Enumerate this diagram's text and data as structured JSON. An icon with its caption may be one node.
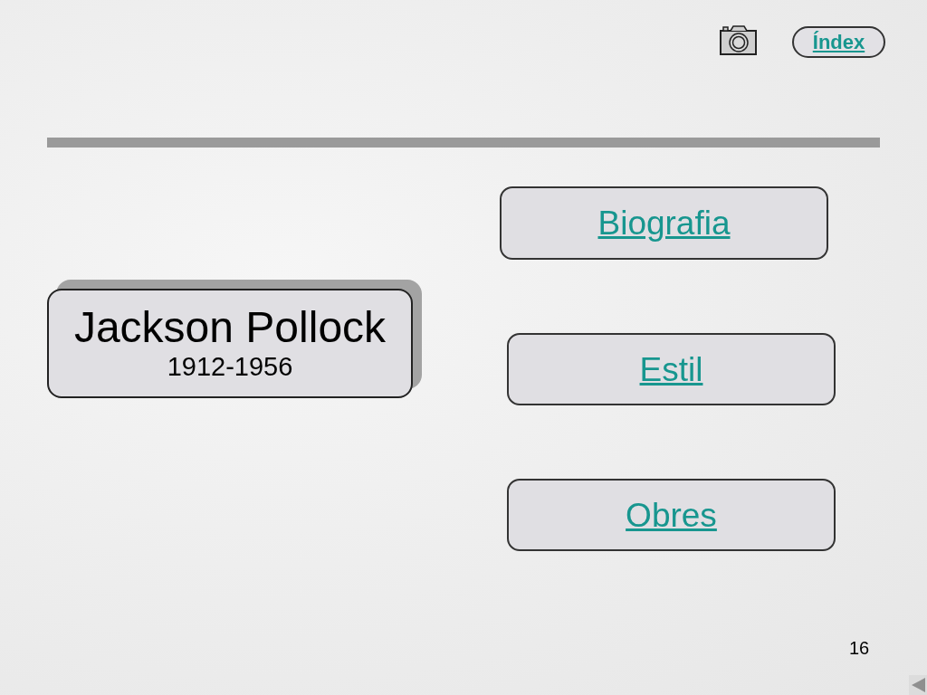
{
  "diagram": {
    "nodes": [
      {
        "text": [
          "Índex"
        ]
      },
      {
        "text": [
          "Biografia"
        ]
      },
      {
        "text": [
          "Jackson Pollock",
          "1912-1956"
        ]
      },
      {
        "text": [
          "Estil"
        ]
      },
      {
        "text": [
          "Obres"
        ]
      }
    ],
    "edges": [],
    "labels": [
      "16"
    ]
  }
}
